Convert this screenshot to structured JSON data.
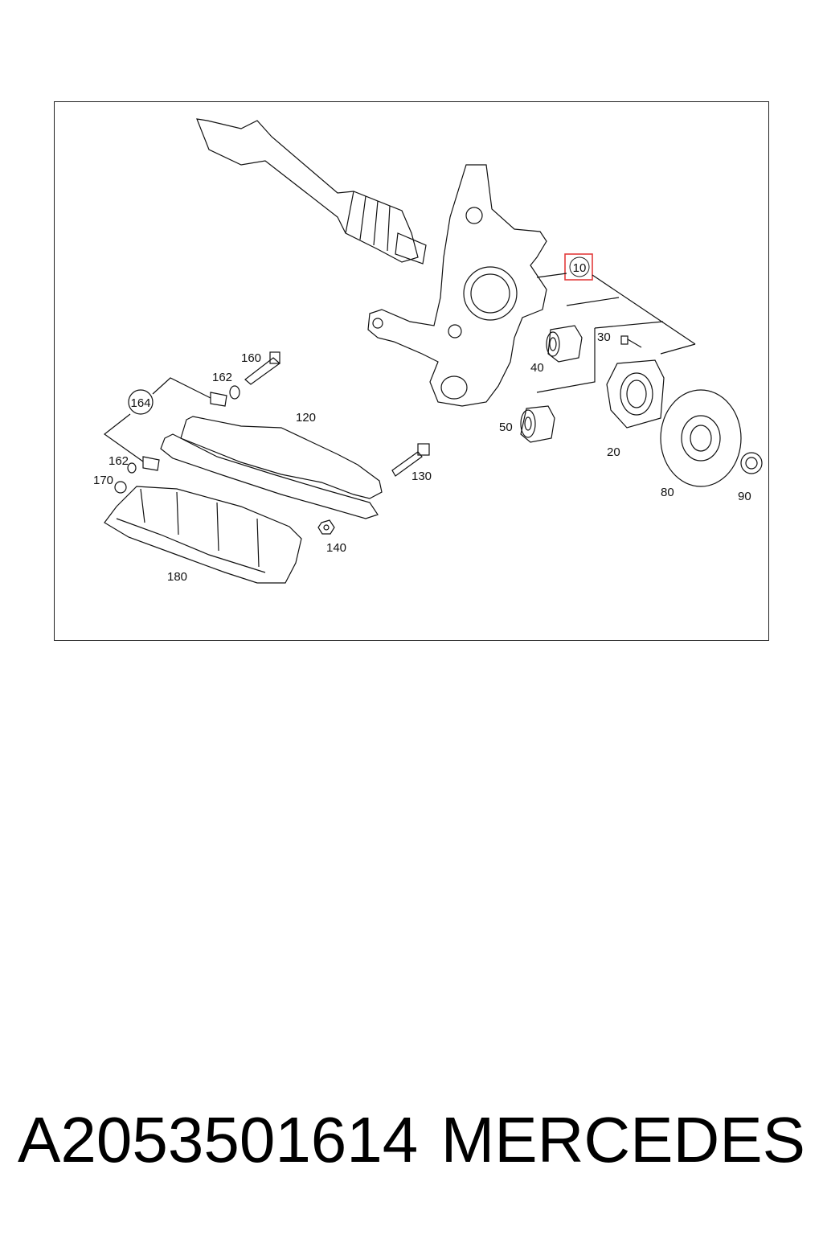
{
  "diagram": {
    "labels": {
      "l10": "10",
      "l20": "20",
      "l30": "30",
      "l40": "40",
      "l50": "50",
      "l80": "80",
      "l90": "90",
      "l120": "120",
      "l130": "130",
      "l140": "140",
      "l160": "160",
      "l162a": "162",
      "l162b": "162",
      "l164": "164",
      "l170": "170",
      "l180": "180"
    },
    "highlight_color": "#e23c3c"
  },
  "caption": {
    "part_number": "A2053501614",
    "brand": "MERCEDES"
  }
}
